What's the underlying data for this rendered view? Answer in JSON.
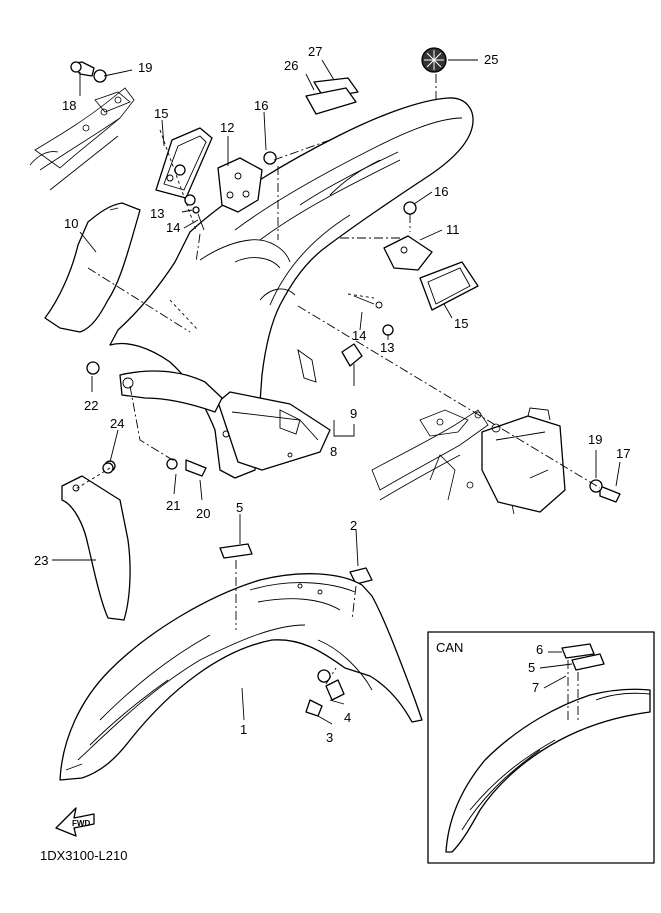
{
  "diagram": {
    "code": "1DX3100-L210",
    "inset_label": "CAN",
    "fwd_label": "FWD",
    "callouts": [
      "1",
      "2",
      "3",
      "4",
      "5",
      "8",
      "9",
      "10",
      "11",
      "12",
      "13",
      "13",
      "14",
      "14",
      "15",
      "15",
      "16",
      "16",
      "17",
      "18",
      "19",
      "19",
      "20",
      "21",
      "22",
      "23",
      "24",
      "25",
      "26",
      "27"
    ],
    "inset_callouts": [
      "5",
      "6",
      "7"
    ]
  }
}
